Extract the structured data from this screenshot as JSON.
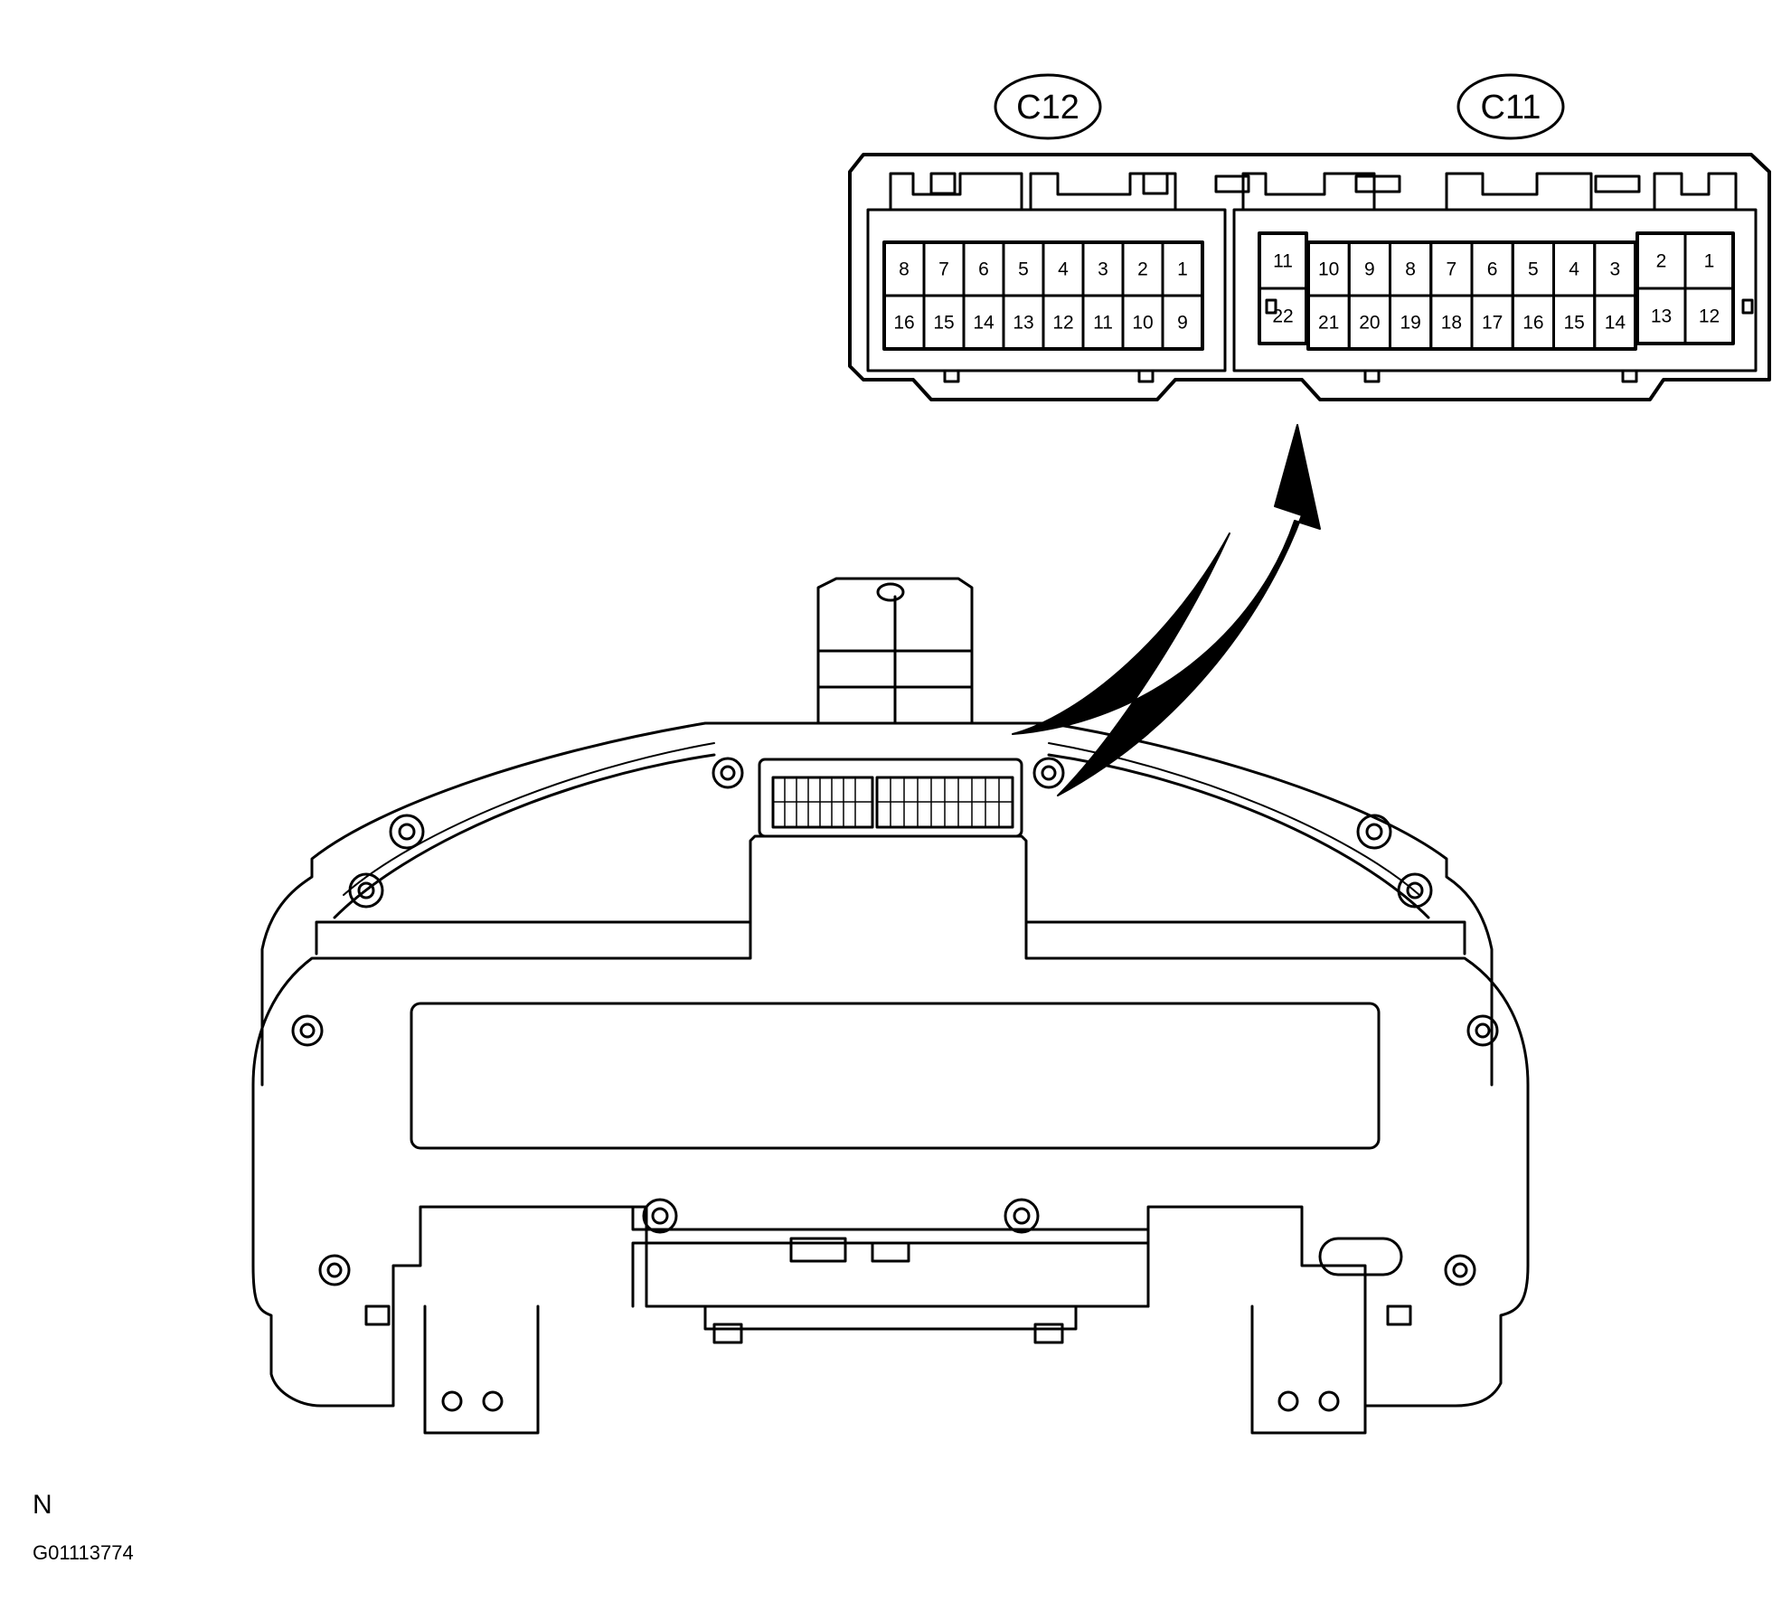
{
  "connectors": {
    "c12": {
      "label": "C12",
      "top_row": [
        "8",
        "7",
        "6",
        "5",
        "4",
        "3",
        "2",
        "1"
      ],
      "bottom_row": [
        "16",
        "15",
        "14",
        "13",
        "12",
        "11",
        "10",
        "9"
      ]
    },
    "c11": {
      "label": "C11",
      "left_top": "11",
      "left_bottom": "22",
      "mid_top": [
        "10",
        "9",
        "8",
        "7",
        "6",
        "5",
        "4",
        "3"
      ],
      "mid_bottom": [
        "21",
        "20",
        "19",
        "18",
        "17",
        "16",
        "15",
        "14"
      ],
      "right_top": [
        "2",
        "1"
      ],
      "right_bottom": [
        "13",
        "12"
      ]
    }
  },
  "footer": {
    "view_letter": "N",
    "figure_code": "G01113774"
  }
}
